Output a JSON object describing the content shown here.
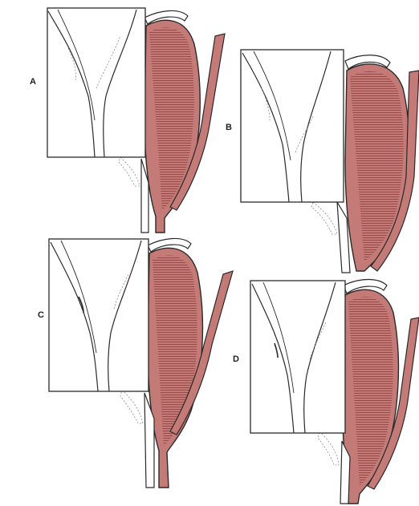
{
  "figure": {
    "panels": [
      {
        "id": "A",
        "label": "A"
      },
      {
        "id": "B",
        "label": "B"
      },
      {
        "id": "C",
        "label": "C"
      },
      {
        "id": "D",
        "label": "D"
      }
    ]
  },
  "colors": {
    "sac_fill": "#c47a76",
    "sac_hatch": "#7a2f2c",
    "ink": "#2a2a2a",
    "shade": "#8a8a8a",
    "background": "#ffffff"
  }
}
